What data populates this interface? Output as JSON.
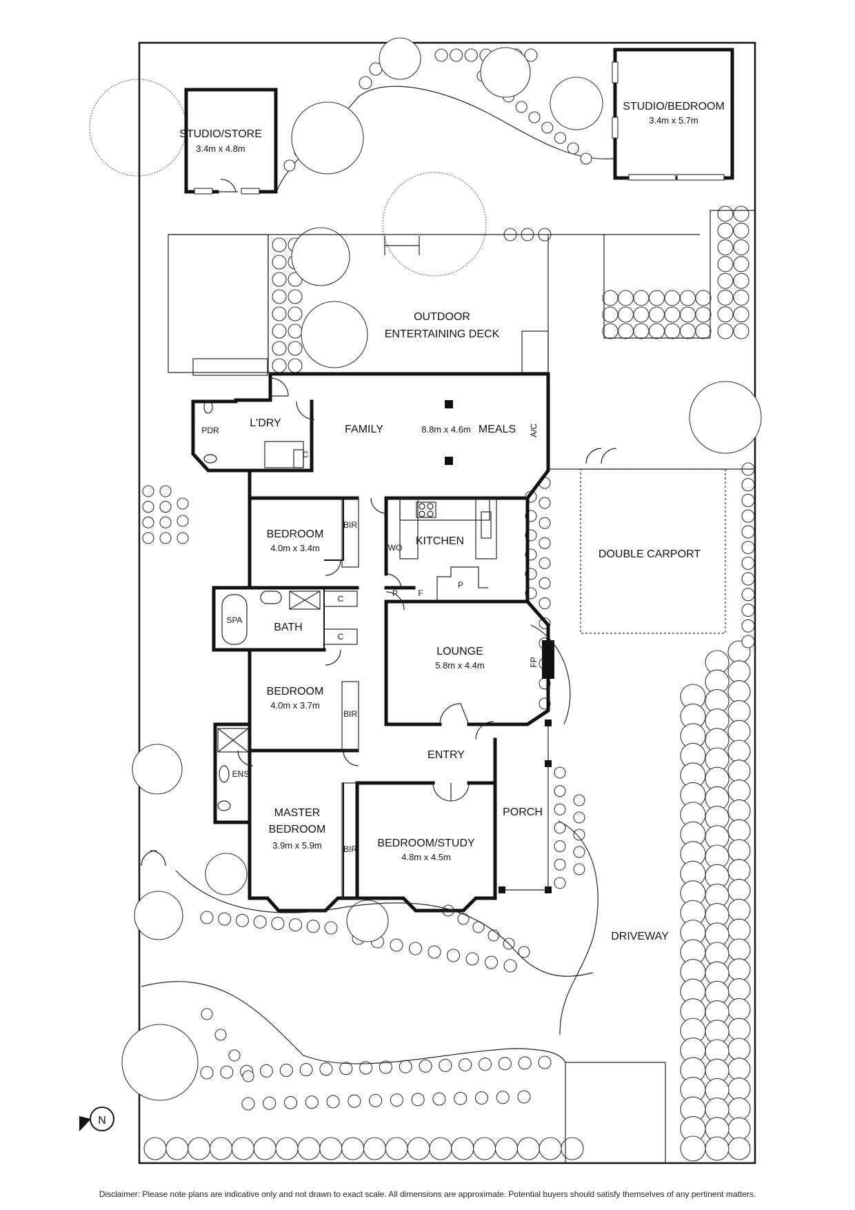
{
  "rooms": {
    "studio_store": {
      "name": "STUDIO/STORE",
      "dims": "3.4m x 4.8m"
    },
    "studio_bedroom": {
      "name": "STUDIO/BEDROOM",
      "dims": "3.4m x 5.7m"
    },
    "outdoor_deck": {
      "line1": "OUTDOOR",
      "line2": "ENTERTAINING DECK"
    },
    "laundry": {
      "name": "L'DRY"
    },
    "pdr": {
      "name": "PDR"
    },
    "family": {
      "name": "FAMILY"
    },
    "family_meals_dims": "8.8m x 4.6m",
    "meals": {
      "name": "MEALS"
    },
    "ac": "A/C",
    "bedroom_1": {
      "name": "BEDROOM",
      "dims": "4.0m x 3.4m"
    },
    "kitchen": {
      "name": "KITCHEN"
    },
    "double_carport": {
      "name": "DOUBLE CARPORT"
    },
    "spa": "SPA",
    "bath": "BATH",
    "lounge": {
      "name": "LOUNGE",
      "dims": "5.8m x 4.4m"
    },
    "fp": "FP",
    "bedroom_2": {
      "name": "BEDROOM",
      "dims": "4.0m x 3.7m"
    },
    "entry": "ENTRY",
    "ens": "ENS",
    "master_bedroom": {
      "line1": "MASTER",
      "line2": "BEDROOM",
      "dims": "3.9m x 5.9m"
    },
    "bedroom_study": {
      "name": "BEDROOM/STUDY",
      "dims": "4.8m x 4.5m"
    },
    "porch": "PORCH",
    "driveway": "DRIVEWAY"
  },
  "fixtures": {
    "bir": "BIR",
    "c": "C",
    "wo": "WO",
    "p": "P",
    "f": "F"
  },
  "compass": "N",
  "disclaimer": "Disclaimer: Please note plans are indicative only and not drawn to exact scale. All dimensions are approximate. Potential buyers should satisfy themselves of any pertinent matters."
}
